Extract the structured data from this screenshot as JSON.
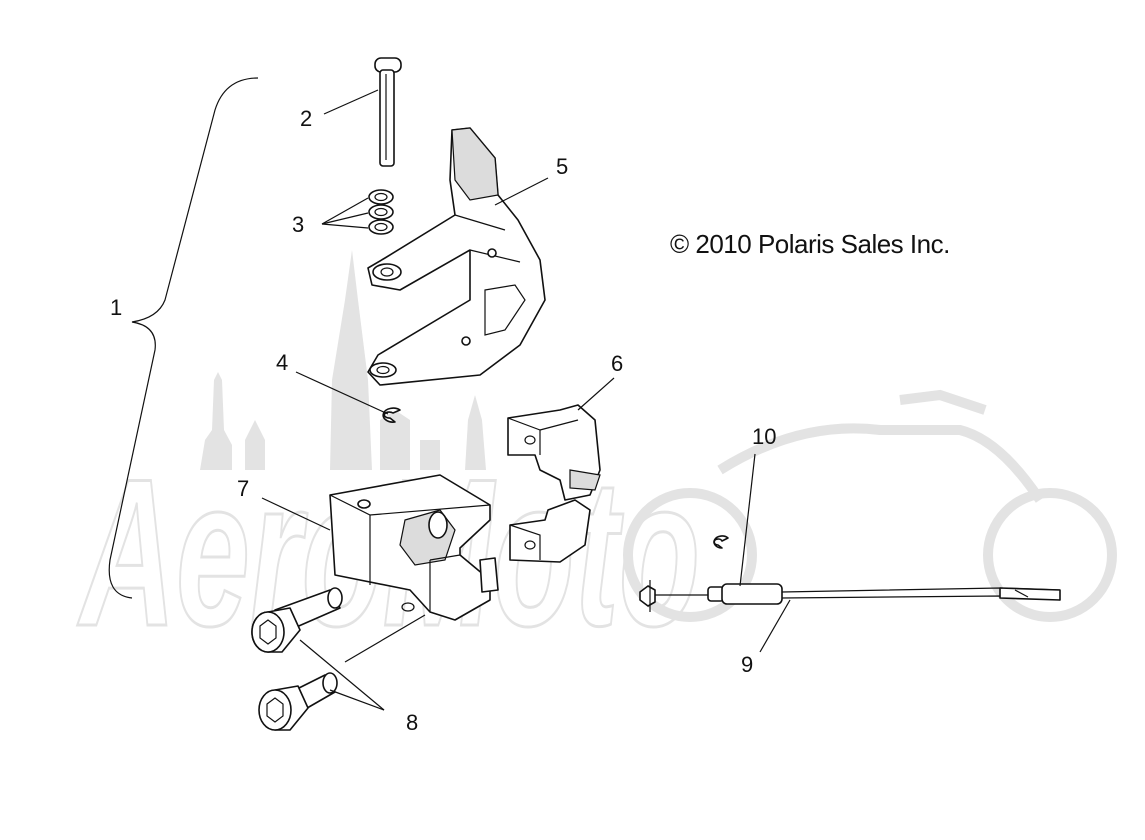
{
  "diagram": {
    "copyright": "© 2010 Polaris Sales Inc.",
    "callouts": [
      "1",
      "2",
      "3",
      "4",
      "5",
      "6",
      "7",
      "8",
      "9",
      "10"
    ]
  },
  "watermark": {
    "text": "AeroMoto",
    "color": "#e3e3e3"
  }
}
